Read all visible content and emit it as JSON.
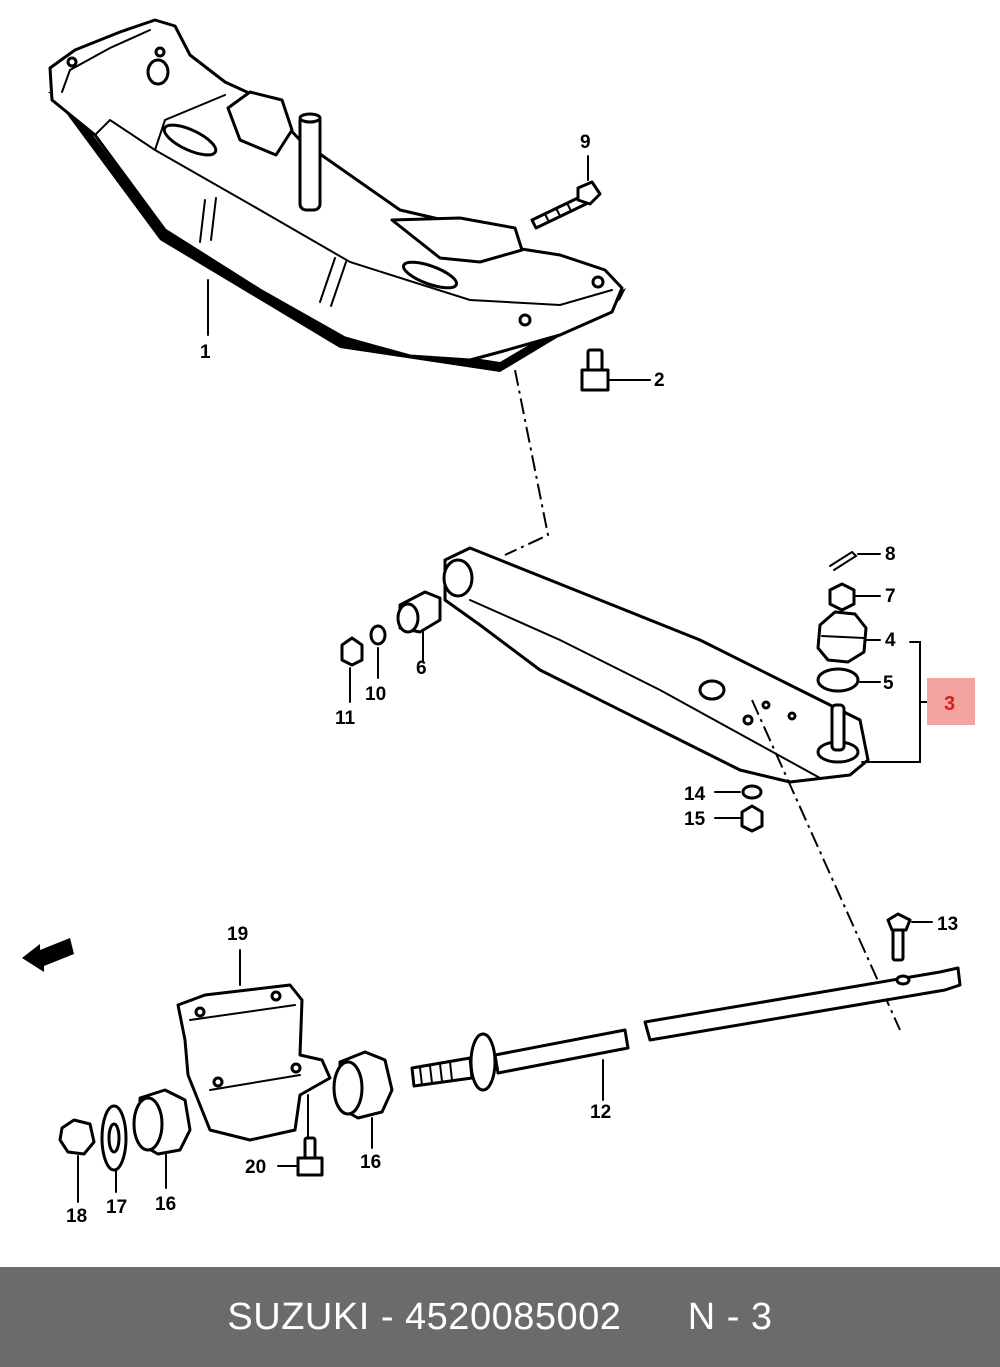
{
  "colors": {
    "background": "#ffffff",
    "line": "#000000",
    "footer_bg": "#6b6b6b",
    "footer_text": "#ffffff",
    "highlight_fill": "#f4a3a3",
    "highlight_text": "#d81b1b"
  },
  "callouts": {
    "c1": "1",
    "c2": "2",
    "c3": "3",
    "c4": "4",
    "c5": "5",
    "c6": "6",
    "c7": "7",
    "c8": "8",
    "c9": "9",
    "c10": "10",
    "c11": "11",
    "c12": "12",
    "c13": "13",
    "c14": "14",
    "c15": "15",
    "c16a": "16",
    "c16b": "16",
    "c17": "17",
    "c18": "18",
    "c19": "19",
    "c20": "20"
  },
  "highlighted_callout": "3",
  "front_marker": {
    "icon": "front-arrow-icon"
  },
  "footer": {
    "text": "SUZUKI - 4520085002      N - 3"
  }
}
